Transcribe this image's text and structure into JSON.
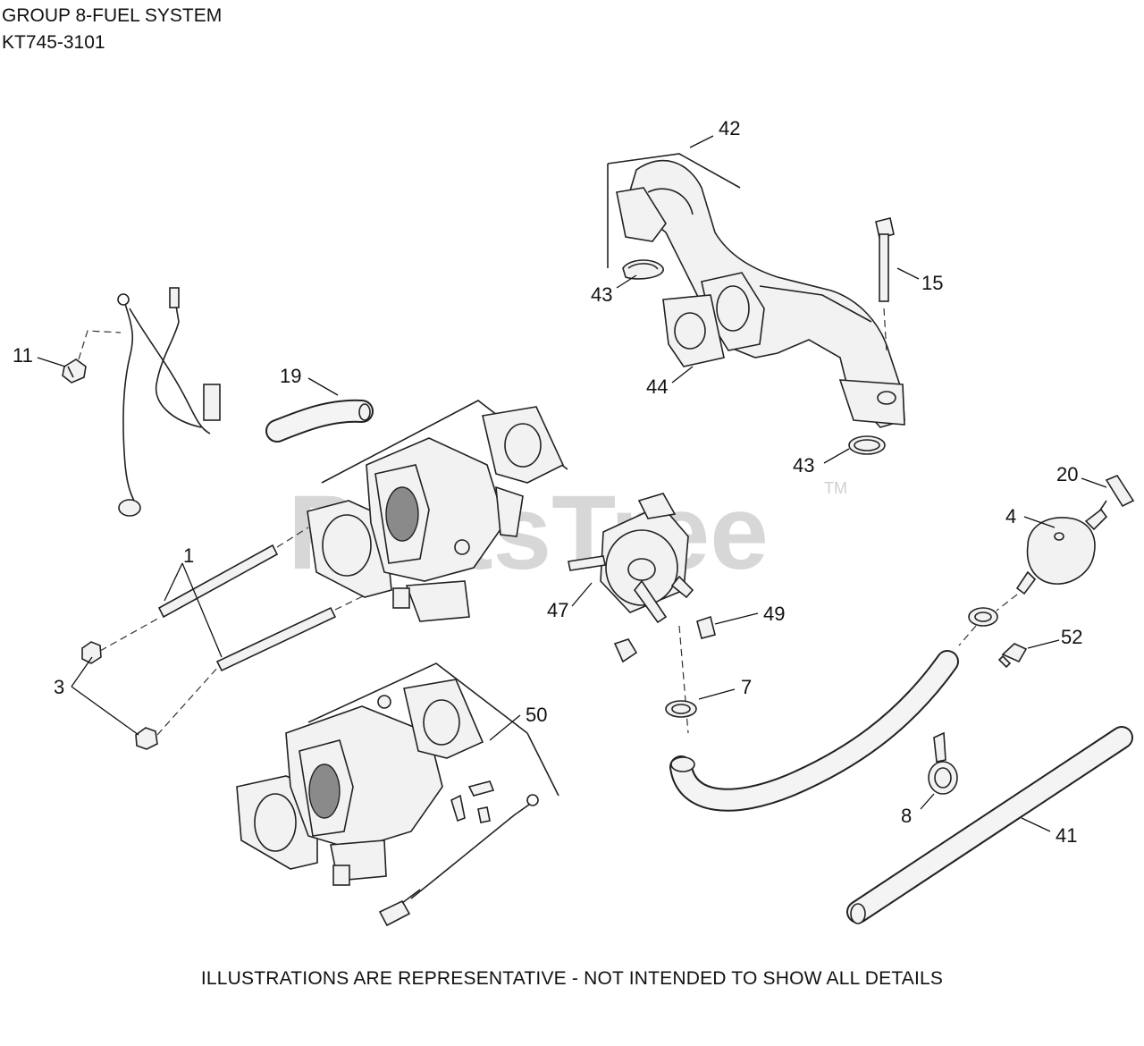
{
  "header": {
    "group_title": "GROUP 8-FUEL SYSTEM",
    "model_number": "KT745-3101"
  },
  "footer": {
    "disclaimer": "ILLUSTRATIONS ARE REPRESENTATIVE - NOT INTENDED TO SHOW ALL DETAILS"
  },
  "watermark": {
    "brand": "PartsTree",
    "trademark": "TM"
  },
  "callouts": {
    "c42": "42",
    "c43a": "43",
    "c15": "15",
    "c44": "44",
    "c43b": "43",
    "c11": "11",
    "c19": "19",
    "c20": "20",
    "c4": "4",
    "c1": "1",
    "c47": "47",
    "c49": "49",
    "c52": "52",
    "c3": "3",
    "c7": "7",
    "c50": "50",
    "c8": "8",
    "c41": "41"
  },
  "colors": {
    "line": "#222222",
    "watermark": "#d7d7d7",
    "background": "#ffffff"
  }
}
